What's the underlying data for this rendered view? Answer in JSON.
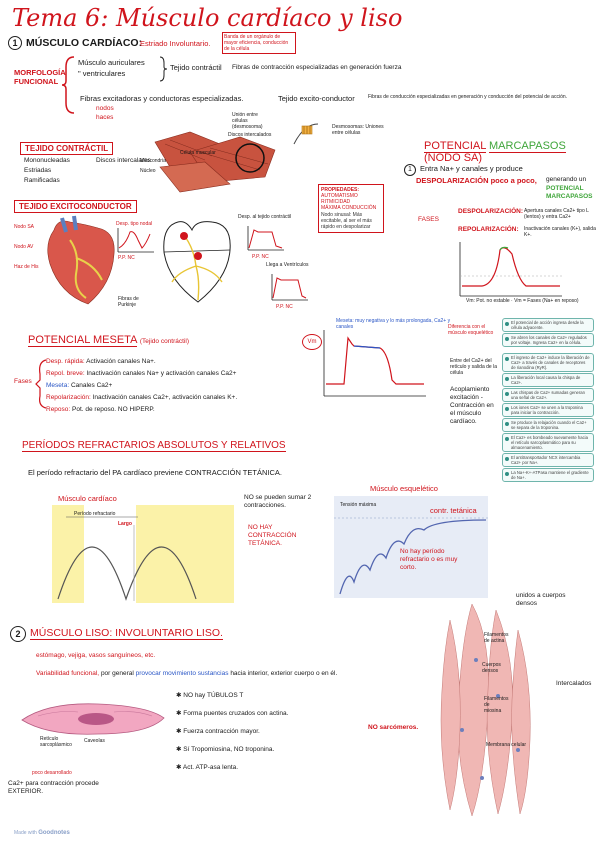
{
  "title": "Tema 6: Músculo cardíaco y liso",
  "sec1": {
    "num": "1",
    "heading": "MÚSCULO CARDÍACO:",
    "sub": "Estriado Involuntario.",
    "note_top": "Banda de un orgánulo de mayor eficiencia, conducción de la célula",
    "morf": "MORFOLOGÍA FUNCIONAL",
    "b1": "Músculo auriculares",
    "b2": "\" ventriculares",
    "tejido_contractil": "Tejido contráctil",
    "b1_desc": "Fibras de contracción especializadas en generación fuerza",
    "b3": "Fibras excitadoras y conductoras especializadas.",
    "b3a": "nodos",
    "b3b": "haces",
    "tejido_exc": "Tejido excito-conductor",
    "b3_desc": "Fibras de conducción especializadas en generación y conducción del potencial de acción."
  },
  "contractil": {
    "title": "TEJIDO CONTRÁCTIL",
    "items": [
      "Mononucleadas",
      "Estriadas",
      "Ramificadas",
      "Discos intercalares"
    ]
  },
  "fig_labels": [
    "Unión entre células (desmosoma)",
    "Discos intercalados",
    "Mitocondria",
    "Núcleo",
    "Célula muscular",
    "Desmosomas: Uniones entre células"
  ],
  "props": {
    "title": "PROPIEDADES:",
    "items": [
      "AUTOMATISMO",
      "RITMICIDAD",
      "MÁXIMA CONDUCCIÓN"
    ],
    "note": "Nodo sinusal: Más excitable, al ser el más rápido en despolarizar"
  },
  "excito": {
    "title": "TEJIDO EXCITOCONDUCTOR",
    "l1": "Nodo SA",
    "l2": "Nodo AV",
    "l3": "Haz de His",
    "l4": "Fibras de Purkinje",
    "g1": "Desp. tipo nodal",
    "g1b": "P.P. NC",
    "g2": "Desp. al tejido contráctil",
    "g2b": "P.P. NC",
    "g3": "Llega a Ventrículos",
    "g3b": "P.P. NC"
  },
  "marcapasos": {
    "title1": "POTENCIAL",
    "title2": "MARCAPASOS",
    "title3": "(NODO SA)",
    "num": "1",
    "l1": "Entra Na+ y canales y produce",
    "l2": "DESPOLARIZACIÓN poco a poco,",
    "l2b": "generando un",
    "l3": "POTENCIAL MARCAPASOS",
    "fases": "FASES",
    "despol": "DESPOLARIZACIÓN:",
    "despol_txt": "Apertura canales Ca2+ tipo L (lentos) y entra Ca2+",
    "repol": "REPOLARIZACIÓN:",
    "repol_txt": "Inactivación canales (K+), salida K+.",
    "foot": "Vm: Pot. no estable · Vm = Fases (Na+ en reposo)"
  },
  "meseta": {
    "title": "POTENCIAL MESETA",
    "title2": "(Tejido contráctil)",
    "fases": "Fases",
    "f1a": "Desp. rápida:",
    "f1b": "Activación canales Na+.",
    "f2a": "Repol. breve:",
    "f2b": "Inactivación canales Na+ y activación canales Ca2+",
    "f3a": "Meseta:",
    "f3b": "Canales Ca2+",
    "f4a": "Repolarización:",
    "f4b": "Inactivación canales Ca2+, activación canales K+.",
    "f5a": "Reposo:",
    "f5b": "Pot. de reposo. NO HIPERP.",
    "graph_note": "Meseta: muy negativa y lo más prolongada, Ca2+ y canales",
    "vm": "Vm",
    "side1": "Diferencia con el músculo esquelético",
    "side2": "Entre del Ca2+ del retículo y salida de la célula",
    "side3": "Acoplamiento excitación - Contracción en el músculo cardíaco."
  },
  "steps": [
    "El potencial de acción ingresa desde la célula adyacente.",
    "Se abren los canales de Ca2+ regulados por voltaje. Ingresa Ca2+ en la célula.",
    "El ingreso de Ca2+ induce la liberación de Ca2+ a través de canales de receptores de rianodina (RyR).",
    "La liberación local causa la chispa de Ca2+.",
    "Las chispas de Ca2+ sumadas generan una señal de Ca2+.",
    "Los iones Ca2+ se unen a la troponina para iniciar la contracción.",
    "Se produce la relajación cuando el Ca2+ se separa de la troponina.",
    "El Ca2+ es bombeado nuevamente hacia el retículo sarcoplasmático para su almacenamiento.",
    "El antitransportador NCX intercambia Ca2+ por Na+.",
    "La Na+-K+-ATPasa mantiene el gradiente de Na+."
  ],
  "refract": {
    "title": "PERÍODOS REFRACTARIOS ABSOLUTOS Y RELATIVOS",
    "line": "El período refractario del PA cardíaco previene CONTRACCIÓN TETÁNICA.",
    "card": "Músculo cardíaco",
    "period": "Período refractario",
    "largo": "Largo",
    "no1": "NO se pueden sumar 2 contracciones.",
    "no2": "NO HAY CONTRACCIÓN TETÁNICA.",
    "esq": "Músculo esquelético",
    "tension": "Tensión máxima",
    "tet": "contr. tetánica",
    "no3": "No hay período refractario o es muy corto."
  },
  "sec2": {
    "num": "2",
    "heading": "MÚSCULO LISO: INVOLUNTARIO LISO.",
    "l1": "estómago, vejiga, vasos sanguíneos, etc.",
    "l2a": "Variabilidad funcional,",
    "l2b": "por general",
    "l2c": "provocar movimiento sustancias",
    "l2d": "hacia interior, exterior cuerpo o en él.",
    "bul": [
      "NO hay TÚBULOS T",
      "Forma puentes cruzados con actina.",
      "Fuerza contracción mayor.",
      "Sí Tropomiosina, NO troponina.",
      "Act. ATP-asa lenta."
    ],
    "cell1": "Retículo sarcoplásmico",
    "cell2": "Caveolas",
    "poco": "poco desarrollado",
    "ca": "Ca2+ para contracción procede EXTERIOR.",
    "nosarc": "NO sarcómeros.",
    "right1": "unidos a cuerpos densos",
    "right2": "Intercalados",
    "lbl_a": "Filamentos de actina",
    "lbl_b": "Cuerpos densos",
    "lbl_c": "Filamentos de miosina",
    "lbl_d": "Membrana celular"
  },
  "footer": {
    "made": "Made with",
    "brand": "Goodnotes"
  }
}
